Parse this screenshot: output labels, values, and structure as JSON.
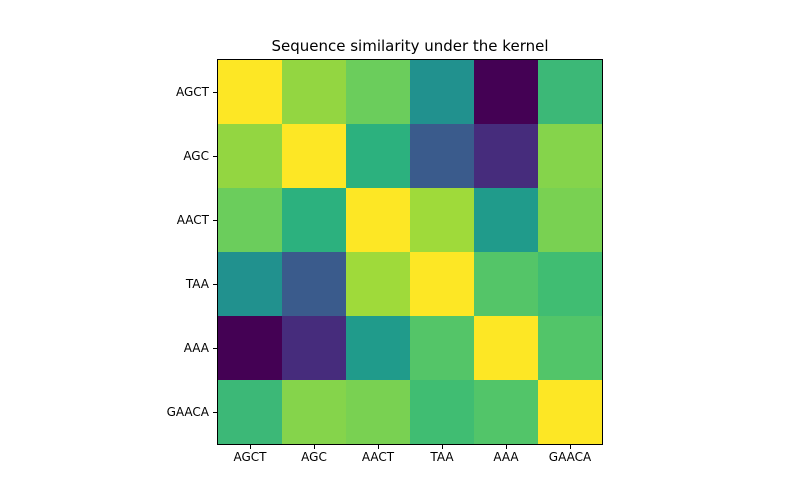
{
  "chart_data": {
    "type": "heatmap",
    "title": "Sequence similarity under the kernel",
    "x_categories": [
      "AGCT",
      "AGC",
      "AACT",
      "TAA",
      "AAA",
      "GAACA"
    ],
    "y_categories": [
      "AGCT",
      "AGC",
      "AACT",
      "TAA",
      "AAA",
      "GAACA"
    ],
    "colormap": "viridis",
    "value_range": [
      0,
      1
    ],
    "legend": "none",
    "grid": false,
    "matrix": [
      [
        1.0,
        0.76,
        0.7,
        0.47,
        0.0,
        0.6
      ],
      [
        0.76,
        1.0,
        0.57,
        0.26,
        0.12,
        0.74
      ],
      [
        0.7,
        0.57,
        1.0,
        0.78,
        0.53,
        0.72
      ],
      [
        0.47,
        0.26,
        0.78,
        1.0,
        0.65,
        0.62
      ],
      [
        0.0,
        0.12,
        0.53,
        0.65,
        1.0,
        0.65
      ],
      [
        0.6,
        0.74,
        0.72,
        0.62,
        0.65,
        1.0
      ]
    ],
    "cell_colors": [
      [
        "#fde725",
        "#93d641",
        "#6bcd5c",
        "#21918e",
        "#440154",
        "#3cb877"
      ],
      [
        "#93d641",
        "#fde725",
        "#2cb17e",
        "#3a5b8c",
        "#462c7c",
        "#85d44b"
      ],
      [
        "#6bcd5c",
        "#2cb17e",
        "#fde725",
        "#9fda3a",
        "#209b8b",
        "#79d152"
      ],
      [
        "#21918e",
        "#3a5b8c",
        "#9fda3a",
        "#fde725",
        "#54c568",
        "#40bd72"
      ],
      [
        "#440154",
        "#462c7c",
        "#209b8b",
        "#54c568",
        "#fde725",
        "#52c569"
      ],
      [
        "#3cb877",
        "#85d44b",
        "#79d152",
        "#40bd72",
        "#52c569",
        "#fde725"
      ]
    ],
    "axis_colors": {
      "spine": "#000000",
      "tick": "#000000",
      "text": "#000000"
    },
    "background": "#ffffff"
  }
}
